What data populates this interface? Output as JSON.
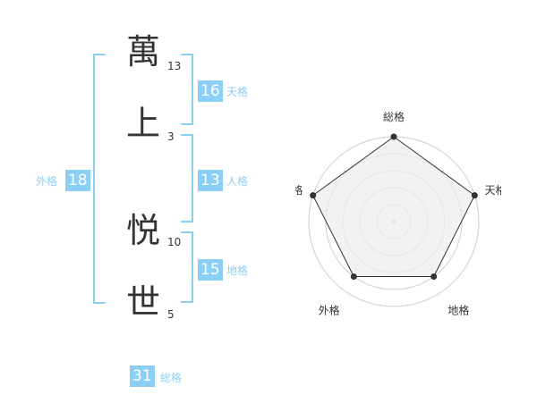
{
  "name_characters": [
    {
      "char": "萬",
      "strokes": "13"
    },
    {
      "char": "上",
      "strokes": "3"
    },
    {
      "char": "悦",
      "strokes": "10"
    },
    {
      "char": "世",
      "strokes": "5"
    }
  ],
  "kaku": {
    "tenkaku": {
      "value": "16",
      "label": "天格"
    },
    "jinkaku": {
      "value": "13",
      "label": "人格"
    },
    "chikaku": {
      "value": "15",
      "label": "地格"
    },
    "gaikaku": {
      "value": "18",
      "label": "外格"
    },
    "soukaku": {
      "value": "31",
      "label": "総格"
    }
  },
  "chart_data": {
    "type": "radar",
    "axes": [
      "総格",
      "天格",
      "地格",
      "外格",
      "人格"
    ],
    "values": [
      5,
      5,
      4,
      4,
      5
    ],
    "max": 5,
    "rings": 5,
    "colors": {
      "fill": "#eeeeee",
      "stroke": "#333333",
      "grid": "#cccccc"
    }
  },
  "colors": {
    "accent": "#8ccff6",
    "text": "#333333"
  }
}
